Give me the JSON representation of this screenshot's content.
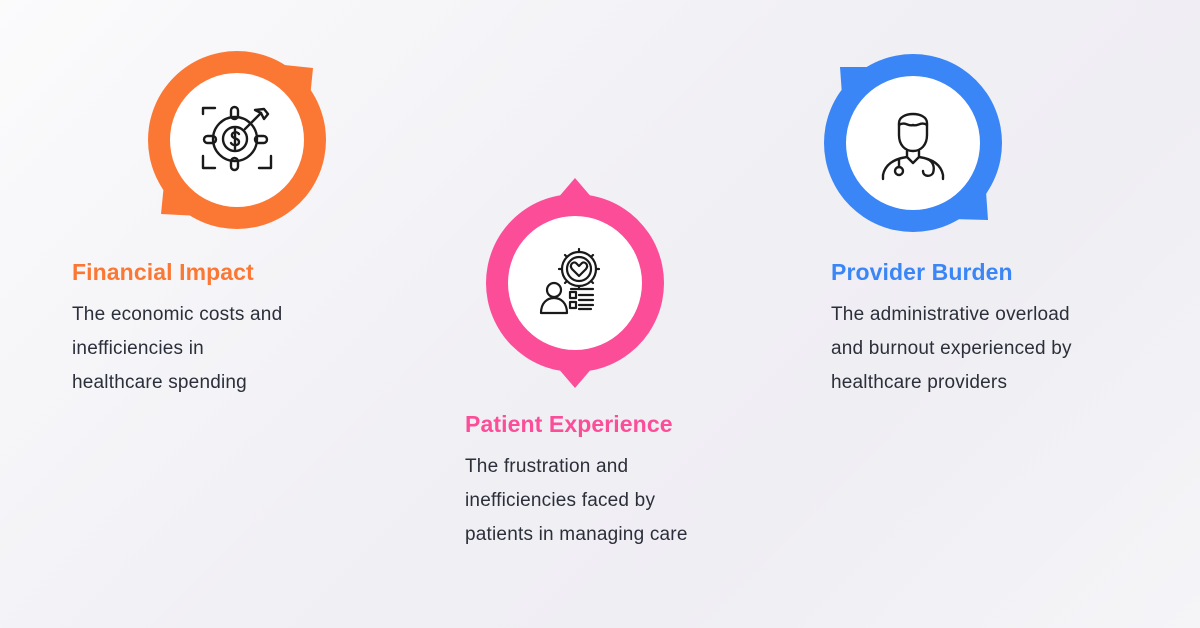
{
  "colors": {
    "orange": "#fb7834",
    "pink": "#fb4d98",
    "blue": "#3a86f6",
    "text": "#2b2f3a",
    "background": "#f2f1f6"
  },
  "items": [
    {
      "id": "financial-impact",
      "title": "Financial Impact",
      "color": "#fb7834",
      "icon": "dollar-target-icon",
      "lines": [
        "The economic costs and",
        "inefficiencies in",
        "healthcare spending"
      ]
    },
    {
      "id": "patient-experience",
      "title": "Patient Experience",
      "color": "#fb4d98",
      "icon": "patient-care-gear-icon",
      "lines": [
        "The frustration and",
        "inefficiencies faced by",
        "patients in managing care"
      ]
    },
    {
      "id": "provider-burden",
      "title": "Provider Burden",
      "color": "#3a86f6",
      "icon": "doctor-stethoscope-icon",
      "lines": [
        "The administrative overload",
        "and burnout experienced by",
        "healthcare providers"
      ]
    }
  ]
}
